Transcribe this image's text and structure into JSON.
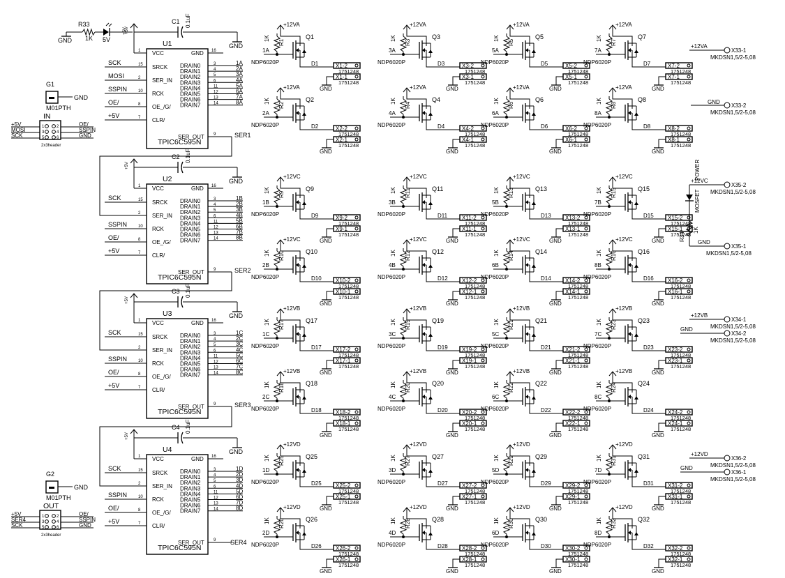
{
  "power": {
    "gnd": "GND",
    "v5": "+5V",
    "r33": "R33",
    "r33_val": "1K",
    "led_val": "5V"
  },
  "headers": [
    {
      "g_ref": "G1",
      "g_val": "M01PTH",
      "g_net": "GND",
      "title": "IN",
      "type": "2x3header",
      "left": [
        "+5V",
        "MOSI",
        "SCK"
      ],
      "right": [
        "OE/",
        "SSPIN",
        "GND"
      ]
    },
    {
      "g_ref": "G2",
      "g_val": "M01PTH",
      "g_net": "GND",
      "title": "OUT",
      "type": "2x3header",
      "left": [
        "+5V",
        "SER4",
        "SCK"
      ],
      "right": [
        "OE/",
        "SSPIN",
        "GND"
      ]
    }
  ],
  "chips": [
    {
      "ref": "U1",
      "part": "TPIC6C595N",
      "cap": "C1",
      "capval": "0.1uF",
      "letter": "A",
      "ser_in": "",
      "ser_out": "SER1"
    },
    {
      "ref": "U2",
      "part": "TPIC6C595N",
      "cap": "C2",
      "capval": "0.1uF",
      "letter": "B",
      "ser_in": "",
      "ser_out": "SER2"
    },
    {
      "ref": "U3",
      "part": "TPIC6C595N",
      "cap": "C3",
      "capval": "0.1uF",
      "letter": "C",
      "ser_in": "",
      "ser_out": "SER3"
    },
    {
      "ref": "U4",
      "part": "TPIC6C595N",
      "cap": "C4",
      "capval": "0.1uF",
      "letter": "D",
      "ser_in": "",
      "ser_out": "SER4"
    }
  ],
  "chip_pins": {
    "left": [
      {
        "num": "1",
        "name": "VCC"
      },
      {
        "num": "15",
        "name": "SRCK"
      },
      {
        "num": "2",
        "name": "SER_IN"
      },
      {
        "num": "10",
        "name": "RCK"
      },
      {
        "num": "8",
        "name": "OE_/G/"
      },
      {
        "num": "7",
        "name": "CLR/"
      }
    ],
    "gnd_pin": {
      "num": "16",
      "name": "GND"
    },
    "drains": [
      "DRAIN0",
      "DRAIN1",
      "DRAIN2",
      "DRAIN3",
      "DRAIN4",
      "DRAIN5",
      "DRAIN6",
      "DRAIN7"
    ],
    "drain_nums": [
      "3",
      "4",
      "5",
      "6",
      "11",
      "12",
      "13",
      "14"
    ],
    "serout": {
      "num": "9",
      "name": "SER_OUT"
    },
    "nets_left": [
      "",
      "SCK",
      "MOSI",
      "SSPIN",
      "OE/",
      "+5V"
    ],
    "nets_left_other": [
      "",
      "SCK",
      "",
      "SSPIN",
      "OE/",
      "+5V"
    ]
  },
  "blocks": [
    {
      "rail": "+12VA",
      "channels": [
        {
          "n": 1,
          "net": "1A",
          "r": "R1",
          "q": "Q1",
          "d": "D1",
          "x": "X1"
        },
        {
          "n": 2,
          "net": "2A",
          "r": "R2",
          "q": "Q2",
          "d": "D2",
          "x": "X2"
        },
        {
          "n": 3,
          "net": "3A",
          "r": "R3",
          "q": "Q3",
          "d": "D3",
          "x": "X3"
        },
        {
          "n": 4,
          "net": "4A",
          "r": "R4",
          "q": "Q4",
          "d": "D4",
          "x": "X4"
        },
        {
          "n": 5,
          "net": "5A",
          "r": "R5",
          "q": "Q5",
          "d": "D5",
          "x": "X5"
        },
        {
          "n": 6,
          "net": "6A",
          "r": "R6",
          "q": "Q6",
          "d": "D6",
          "x": "X6"
        },
        {
          "n": 7,
          "net": "7A",
          "r": "R7",
          "q": "Q7",
          "d": "D7",
          "x": "X7"
        },
        {
          "n": 8,
          "net": "8A",
          "r": "R8",
          "q": "Q8",
          "d": "D8",
          "x": "X8"
        }
      ]
    },
    {
      "rail": "+12VC",
      "channels": [
        {
          "n": 1,
          "net": "1B",
          "r": "R9",
          "q": "Q9",
          "d": "D9",
          "x": "X9"
        },
        {
          "n": 2,
          "net": "2B",
          "r": "R10",
          "q": "Q10",
          "d": "D10",
          "x": "X10"
        },
        {
          "n": 3,
          "net": "3B",
          "r": "R11",
          "q": "Q11",
          "d": "D11",
          "x": "X11"
        },
        {
          "n": 4,
          "net": "4B",
          "r": "R12",
          "q": "Q12",
          "d": "D12",
          "x": "X12"
        },
        {
          "n": 5,
          "net": "5B",
          "r": "R13",
          "q": "Q13",
          "d": "D13",
          "x": "X13"
        },
        {
          "n": 6,
          "net": "6B",
          "r": "R14",
          "q": "Q14",
          "d": "D14",
          "x": "X14"
        },
        {
          "n": 7,
          "net": "7B",
          "r": "R15",
          "q": "Q15",
          "d": "D15",
          "x": "X15"
        },
        {
          "n": 8,
          "net": "8B",
          "r": "R16",
          "q": "Q16",
          "d": "D16",
          "x": "X16"
        }
      ]
    },
    {
      "rail": "+12VB",
      "channels": [
        {
          "n": 1,
          "net": "1C",
          "r": "R17",
          "q": "Q17",
          "d": "D17",
          "x": "X17"
        },
        {
          "n": 2,
          "net": "2C",
          "r": "R18",
          "q": "Q18",
          "d": "D18",
          "x": "X18"
        },
        {
          "n": 3,
          "net": "3C",
          "r": "R19",
          "q": "Q19",
          "d": "D19",
          "x": "X19"
        },
        {
          "n": 4,
          "net": "4C",
          "r": "R20",
          "q": "Q20",
          "d": "D20",
          "x": "X20"
        },
        {
          "n": 5,
          "net": "5C",
          "r": "R21",
          "q": "Q21",
          "d": "D21",
          "x": "X21"
        },
        {
          "n": 6,
          "net": "6C",
          "r": "R22",
          "q": "Q22",
          "d": "D22",
          "x": "X22"
        },
        {
          "n": 7,
          "net": "7C",
          "r": "R23",
          "q": "Q23",
          "d": "D23",
          "x": "X23"
        },
        {
          "n": 8,
          "net": "8C",
          "r": "R24",
          "q": "Q24",
          "d": "D24",
          "x": "X24"
        }
      ]
    },
    {
      "rail": "+12VD",
      "channels": [
        {
          "n": 1,
          "net": "1D",
          "r": "R25",
          "q": "Q25",
          "d": "D25",
          "x": "X25"
        },
        {
          "n": 2,
          "net": "2D",
          "r": "R26",
          "q": "Q26",
          "d": "D26",
          "x": "X26"
        },
        {
          "n": 3,
          "net": "3D",
          "r": "R27",
          "q": "Q27",
          "d": "D27",
          "x": "X27"
        },
        {
          "n": 4,
          "net": "4D",
          "r": "R28",
          "q": "Q28",
          "d": "D28",
          "x": "X28"
        },
        {
          "n": 5,
          "net": "5D",
          "r": "R29",
          "q": "Q29",
          "d": "D29",
          "x": "X29"
        },
        {
          "n": 6,
          "net": "6D",
          "r": "R30",
          "q": "Q30",
          "d": "D30",
          "x": "X30"
        },
        {
          "n": 7,
          "net": "7D",
          "r": "R31",
          "q": "Q31",
          "d": "D31",
          "x": "X31"
        },
        {
          "n": 8,
          "net": "8D",
          "r": "R32",
          "q": "Q32",
          "d": "D32",
          "x": "X32"
        }
      ]
    }
  ],
  "channel_common": {
    "mosfet": "NDP6020P",
    "res": "1K",
    "conn_val": "1751248",
    "gnd": "GND"
  },
  "terminals": [
    {
      "a_net": "+12VA",
      "a_ref": "X33-1",
      "b_net": "GND",
      "b_ref": "X33-2",
      "value": "MKDSN1,5/2-5,08"
    },
    {
      "a_net": "+12VC",
      "a_ref": "X35-2",
      "b_net": "GND",
      "b_ref": "X35-1",
      "value": "MKDSN1,5/2-5,08"
    },
    {
      "a_net": "+12VB",
      "a_ref": "X34-1",
      "b_net": "GND",
      "b_ref": "X34-2",
      "value": "MKDSN1,5/2-5,08"
    },
    {
      "a_net": "+12VD",
      "a_ref": "X36-2",
      "b_net": "GND",
      "b_ref": "X36-1",
      "value": "MKDSN1,5/2-5,08"
    }
  ],
  "power_led": {
    "label": "POWER",
    "type": "MOSFET",
    "r": "R34",
    "rv": "1K"
  }
}
